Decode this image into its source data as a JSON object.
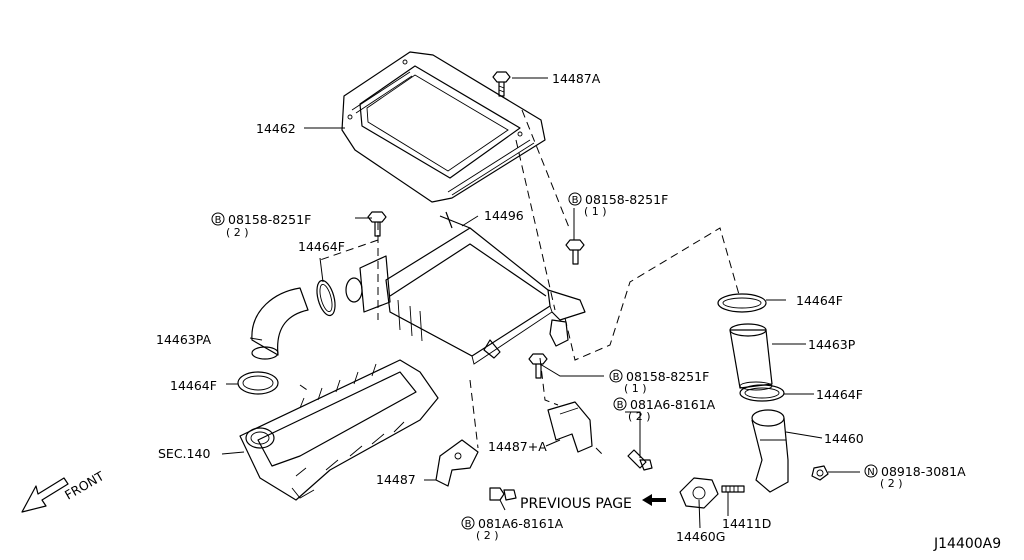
{
  "labels": {
    "p14487A": "14487A",
    "p14462": "14462",
    "p14496": "14496",
    "bolt1": "08158-8251F",
    "bolt1_qty": "( 2 )",
    "bolt2": "08158-8251F",
    "bolt2_qty": "( 1 )",
    "bolt3": "08158-8251F",
    "bolt3_qty": "( 1 )",
    "p14464F_a": "14464F",
    "p14464F_b": "14464F",
    "p14464F_c": "14464F",
    "p14464F_d": "14464F",
    "p14463PA": "14463PA",
    "p14463P": "14463P",
    "bolt4": "081A6-8161A",
    "bolt4_qty": "( 2 )",
    "bolt5": "081A6-8161A",
    "bolt5_qty": "( 2 )",
    "p14487pA": "14487+A",
    "p14460": "14460",
    "sec140": "SEC.140",
    "p14487": "14487",
    "previous": "PREVIOUS PAGE",
    "p14460G": "14460G",
    "p14411D": "14411D",
    "nut": "08918-3081A",
    "nut_qty": "( 2 )",
    "front": "FRONT",
    "diagram_id": "J14400A9"
  },
  "markers": {
    "b": "B",
    "n": "N"
  }
}
